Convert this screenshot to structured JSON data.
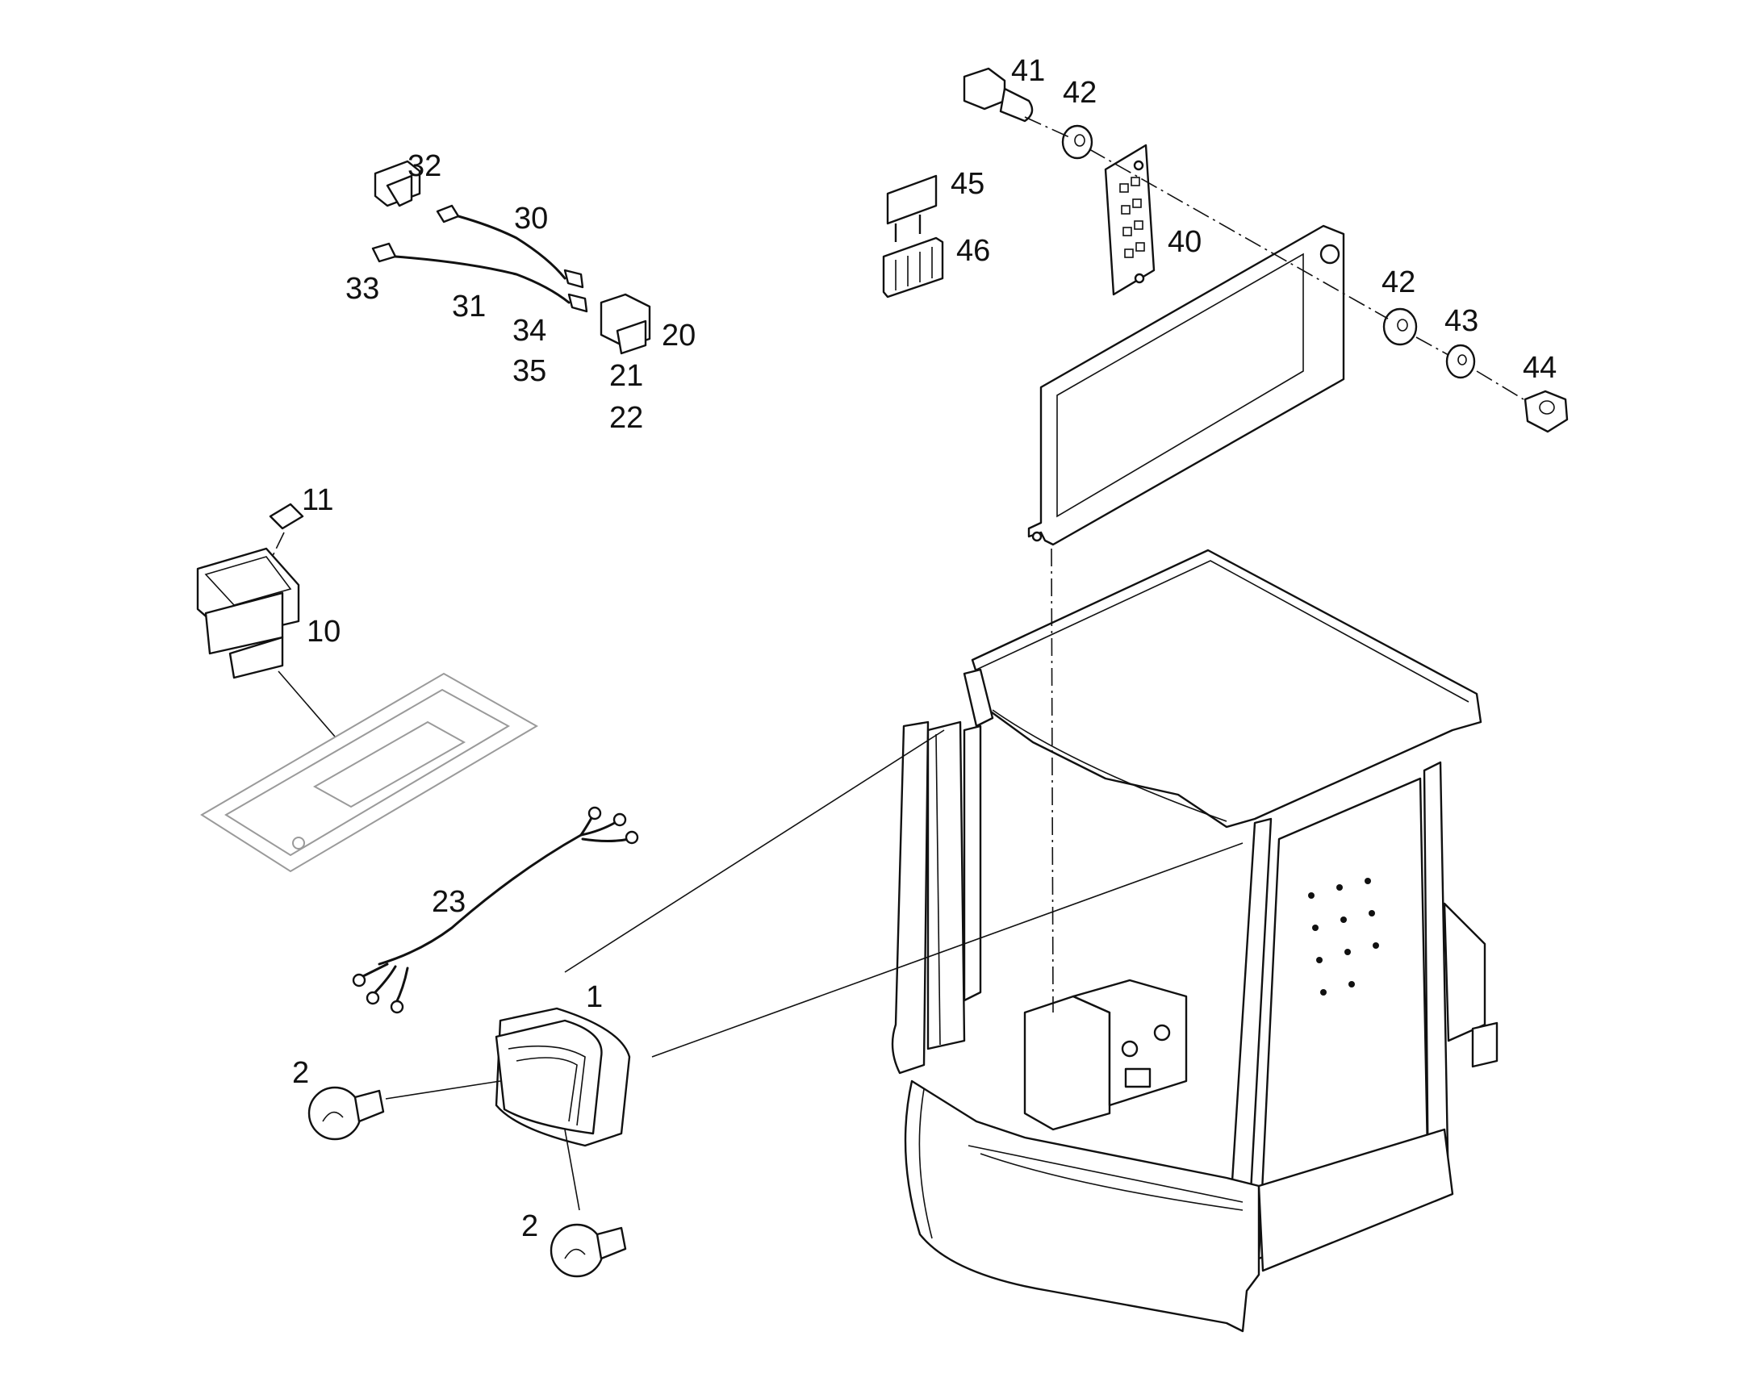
{
  "callouts": [
    {
      "id": "c1",
      "text": "1"
    },
    {
      "id": "c2a",
      "text": "2"
    },
    {
      "id": "c2b",
      "text": "2"
    },
    {
      "id": "c10",
      "text": "10"
    },
    {
      "id": "c11",
      "text": "11"
    },
    {
      "id": "c20",
      "text": "20"
    },
    {
      "id": "c21",
      "text": "21"
    },
    {
      "id": "c22",
      "text": "22"
    },
    {
      "id": "c23",
      "text": "23"
    },
    {
      "id": "c30",
      "text": "30"
    },
    {
      "id": "c31",
      "text": "31"
    },
    {
      "id": "c32",
      "text": "32"
    },
    {
      "id": "c33",
      "text": "33"
    },
    {
      "id": "c34",
      "text": "34"
    },
    {
      "id": "c35",
      "text": "35"
    },
    {
      "id": "c40",
      "text": "40"
    },
    {
      "id": "c41",
      "text": "41"
    },
    {
      "id": "c42a",
      "text": "42"
    },
    {
      "id": "c42b",
      "text": "42"
    },
    {
      "id": "c43",
      "text": "43"
    },
    {
      "id": "c44",
      "text": "44"
    },
    {
      "id": "c45",
      "text": "45"
    },
    {
      "id": "c46",
      "text": "46"
    }
  ]
}
